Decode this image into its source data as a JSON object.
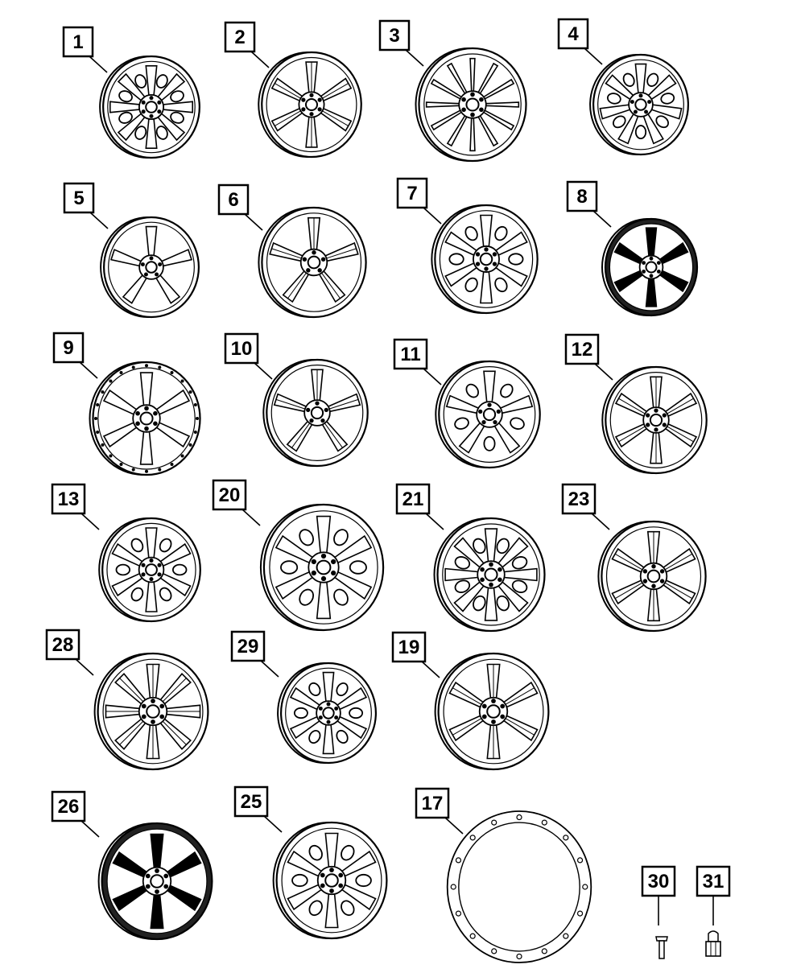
{
  "diagram": {
    "callouts": [
      {
        "id": "1",
        "label": "1",
        "part": "wheel",
        "spokes": 8,
        "style": "open"
      },
      {
        "id": "2",
        "label": "2",
        "part": "wheel",
        "spokes": 6,
        "style": "split"
      },
      {
        "id": "3",
        "label": "3",
        "part": "wheel",
        "spokes": 12,
        "style": "thin"
      },
      {
        "id": "4",
        "label": "4",
        "part": "wheel",
        "spokes": 7,
        "style": "window"
      },
      {
        "id": "5",
        "label": "5",
        "part": "wheel",
        "spokes": 5,
        "style": "steel"
      },
      {
        "id": "6",
        "label": "6",
        "part": "wheel",
        "spokes": 5,
        "style": "split"
      },
      {
        "id": "7",
        "label": "7",
        "part": "wheel",
        "spokes": 6,
        "style": "window"
      },
      {
        "id": "8",
        "label": "8",
        "part": "wheel",
        "spokes": 6,
        "style": "dark"
      },
      {
        "id": "9",
        "label": "9",
        "part": "wheel",
        "spokes": 6,
        "style": "beadlock"
      },
      {
        "id": "10",
        "label": "10",
        "part": "wheel",
        "spokes": 5,
        "style": "split"
      },
      {
        "id": "11",
        "label": "11",
        "part": "wheel",
        "spokes": 5,
        "style": "window"
      },
      {
        "id": "12",
        "label": "12",
        "part": "wheel",
        "spokes": 6,
        "style": "split"
      },
      {
        "id": "13",
        "label": "13",
        "part": "wheel",
        "spokes": 6,
        "style": "window"
      },
      {
        "id": "20",
        "label": "20",
        "part": "wheel",
        "spokes": 6,
        "style": "window"
      },
      {
        "id": "21",
        "label": "21",
        "part": "wheel",
        "spokes": 8,
        "style": "window"
      },
      {
        "id": "23",
        "label": "23",
        "part": "wheel",
        "spokes": 6,
        "style": "split"
      },
      {
        "id": "28",
        "label": "28",
        "part": "wheel",
        "spokes": 8,
        "style": "split"
      },
      {
        "id": "29",
        "label": "29",
        "part": "wheel",
        "spokes": 6,
        "style": "window"
      },
      {
        "id": "19",
        "label": "19",
        "part": "wheel",
        "spokes": 6,
        "style": "split"
      },
      {
        "id": "26",
        "label": "26",
        "part": "wheel",
        "spokes": 6,
        "style": "dark"
      },
      {
        "id": "25",
        "label": "25",
        "part": "wheel",
        "spokes": 6,
        "style": "window"
      },
      {
        "id": "17",
        "label": "17",
        "part": "beadlock-ring",
        "bolts": 16
      },
      {
        "id": "30",
        "label": "30",
        "part": "bolt"
      },
      {
        "id": "31",
        "label": "31",
        "part": "lug-nut"
      }
    ]
  }
}
